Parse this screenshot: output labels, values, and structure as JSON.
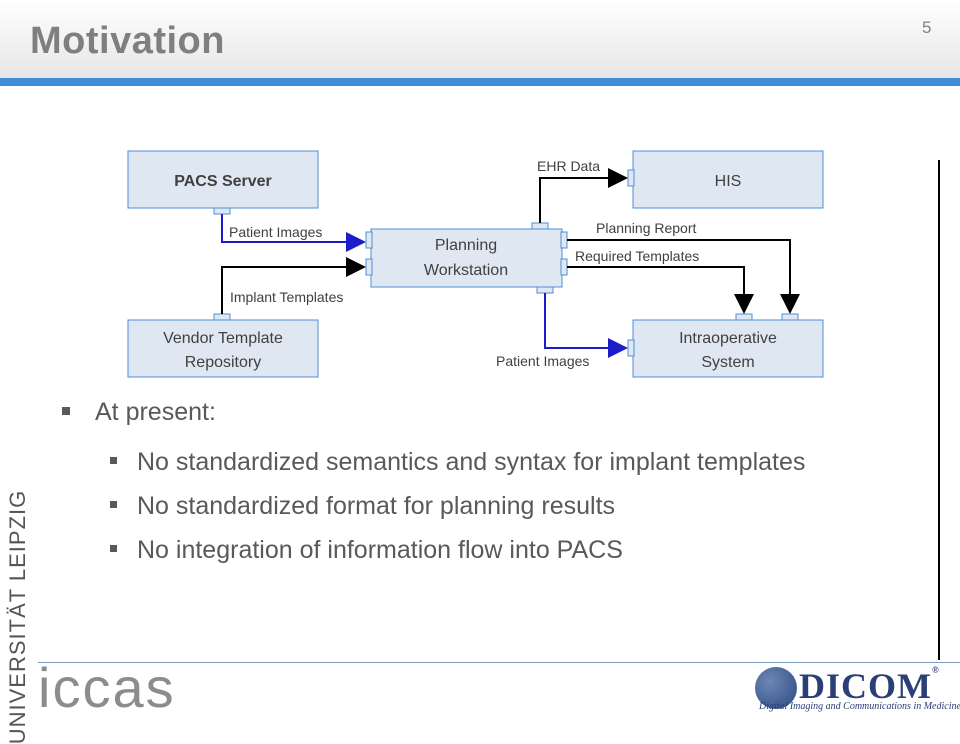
{
  "slide": {
    "title": "Motivation",
    "page_number": "5"
  },
  "diagram": {
    "boxes": {
      "pacs": "PACS Server",
      "his": "HIS",
      "planning": [
        "Planning",
        "Workstation"
      ],
      "vendor": [
        "Vendor Template",
        "Repository"
      ],
      "intraop": [
        "Intraoperative",
        "System"
      ]
    },
    "flows": {
      "patient_images_top": "Patient Images",
      "implant_templates": "Implant Templates",
      "ehr_data": "EHR Data",
      "planning_report": "Planning Report",
      "required_templates": "Required Templates",
      "patient_images_bottom": "Patient Images"
    },
    "colors": {
      "box_fill": "#dfe7f2",
      "box_stroke": "#4f8fd6",
      "flow_blue": "#1c1cc8",
      "flow_black": "#000000"
    }
  },
  "bullets": {
    "heading": "At present:",
    "items": [
      "No standardized semantics and syntax for implant templates",
      "No standardized format for planning results",
      "No integration of information flow into PACS"
    ]
  },
  "footer": {
    "university": "UNIVERSITÄT LEIPZIG",
    "iccas_logo": "iccas",
    "dicom_logo": "DICOM",
    "dicom_tagline": "Digital Imaging and Communications in Medicine"
  }
}
